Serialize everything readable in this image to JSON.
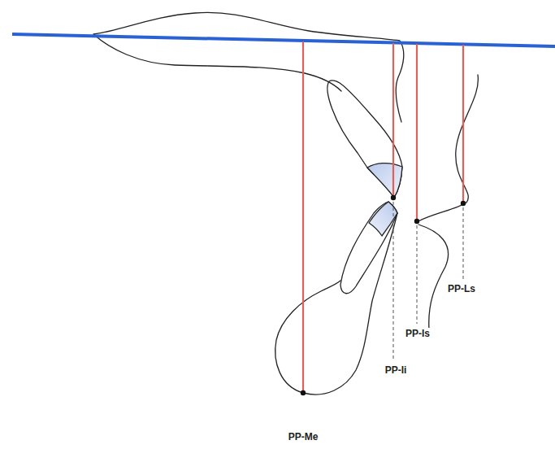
{
  "diagram": {
    "labels": [
      "PP-Ls",
      "PP-Is",
      "PP-Ii",
      "PP-Me"
    ]
  }
}
